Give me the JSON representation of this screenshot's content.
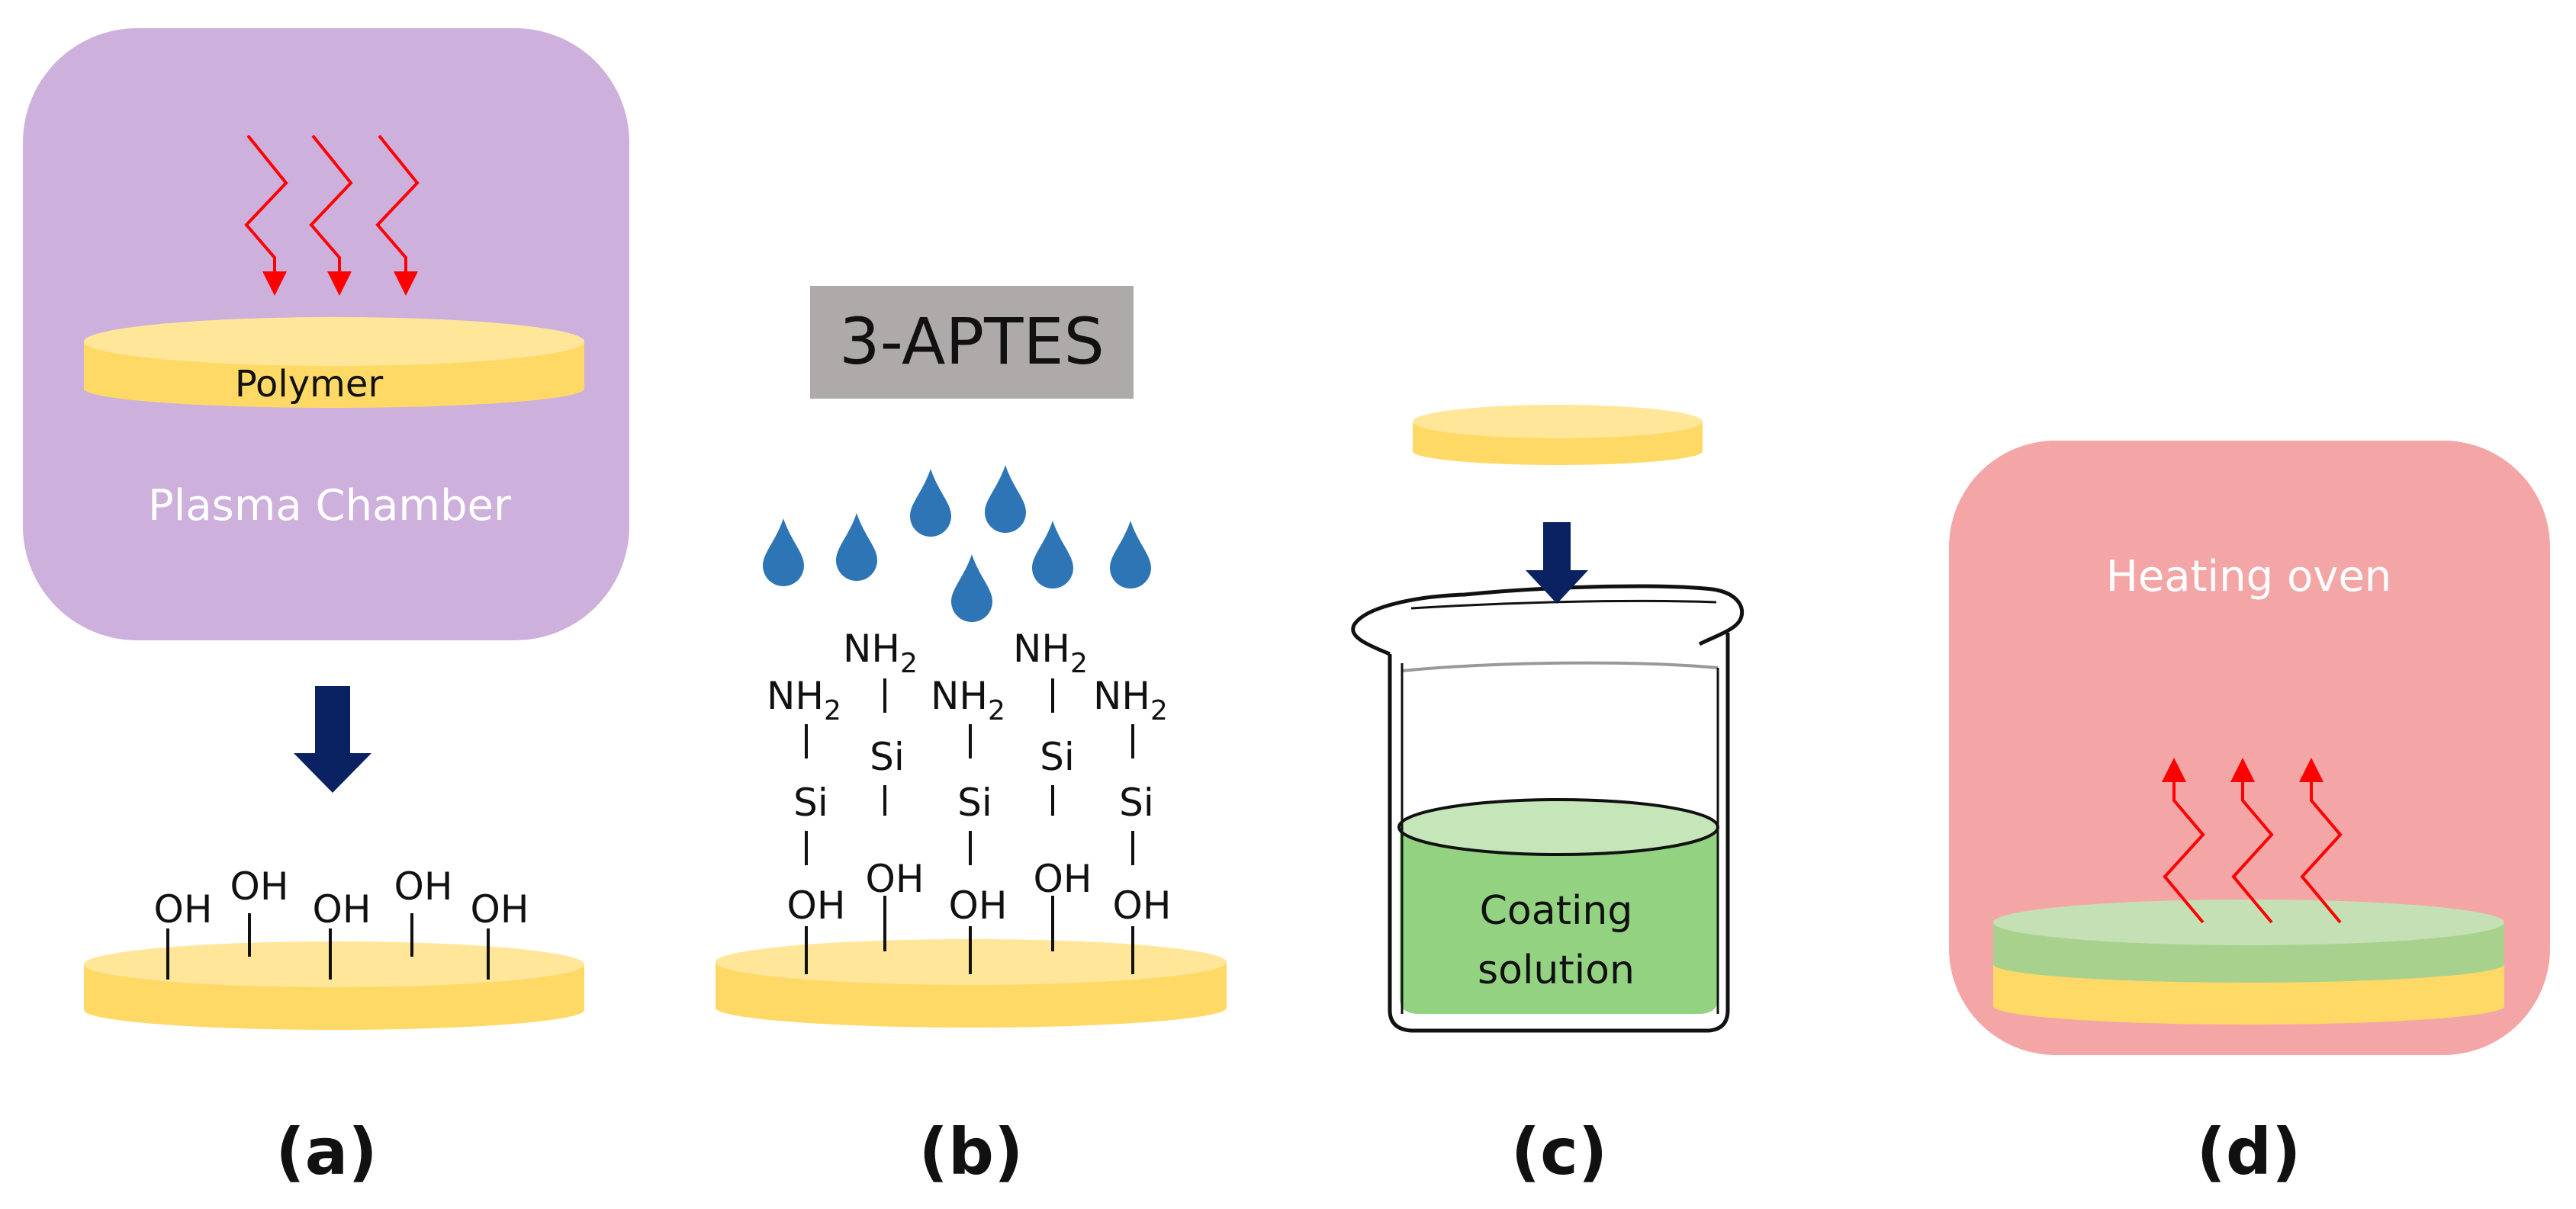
{
  "panel_a": {
    "chamber_label": "Plasma Chamber",
    "disk_label": "Polymer",
    "hydroxyls": [
      "OH",
      "OH",
      "OH",
      "OH",
      "OH"
    ],
    "caption": "(a)",
    "colors": {
      "chamber": "#cdb0dc",
      "disk": "#ffd966",
      "disk_top": "#ffe699",
      "rays": "#ff0000",
      "arrow": "#0a2262"
    }
  },
  "panel_b": {
    "reagent_box": "3-APTES",
    "droplet_count": 7,
    "amine": "NH",
    "amine_sub": "2",
    "silicon": "Si",
    "hydroxyls": [
      "OH",
      "OH",
      "OH",
      "OH",
      "OH"
    ],
    "caption": "(b)",
    "colors": {
      "box": "#aeaaaa",
      "droplet": "#2e75b6"
    }
  },
  "panel_c": {
    "solution_line1": "Coating",
    "solution_line2": "solution",
    "caption": "(c)",
    "colors": {
      "solution": "#92d281",
      "solution_top": "#c4e6b8"
    }
  },
  "panel_d": {
    "oven_label": "Heating oven",
    "caption": "(d)",
    "colors": {
      "oven": "#f4a6a6",
      "coating": "#a9d18e",
      "coating_top": "#c5e0b4"
    }
  }
}
